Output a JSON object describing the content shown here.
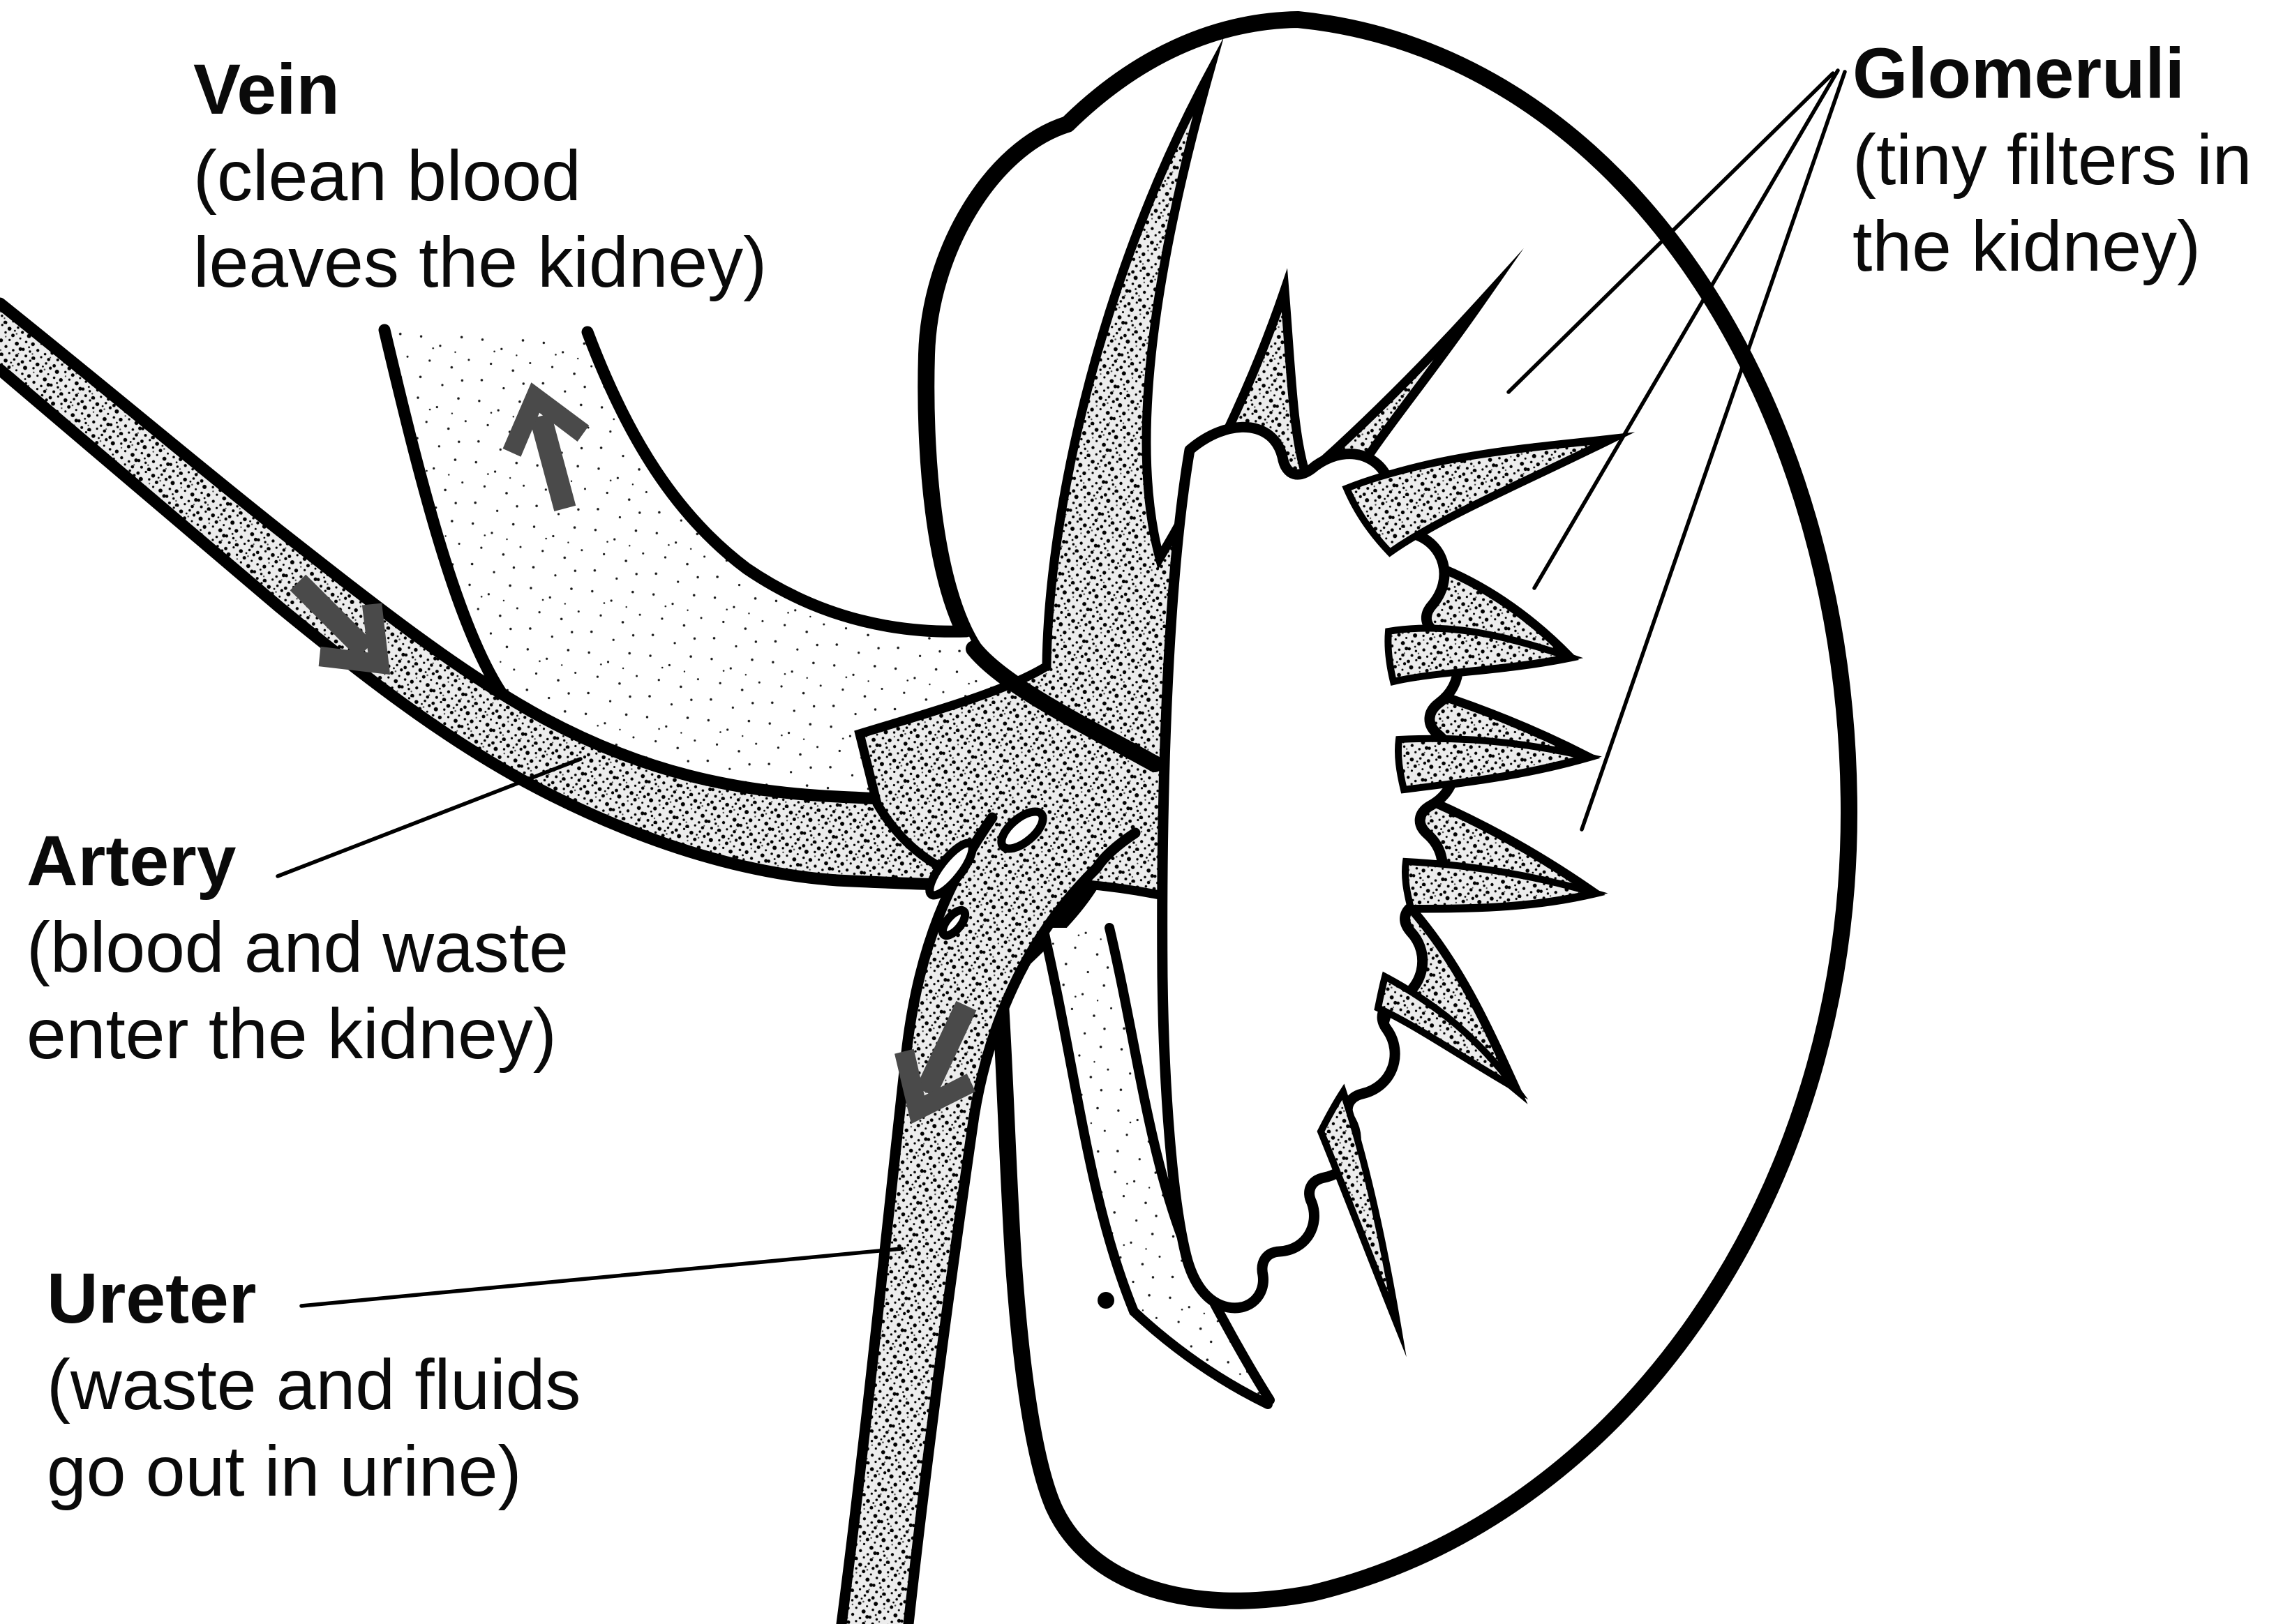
{
  "figure": {
    "title_implicit": "Kidney diagram",
    "background_color": "#ffffff",
    "ink_color": "#000000",
    "arrow_color": "#4a4a4a",
    "labels": {
      "vein": {
        "title": "Vein",
        "desc1": "(clean blood",
        "desc2": "leaves the kidney)"
      },
      "glomeruli": {
        "title": "Glomeruli",
        "desc1": "(tiny filters in",
        "desc2": "the kidney)"
      },
      "artery": {
        "title": "Artery",
        "desc1": "(blood and waste",
        "desc2": "enter the kidney)"
      },
      "ureter": {
        "title": "Ureter",
        "desc1": "(waste and fluids",
        "desc2": "go out in urine)"
      }
    },
    "icons": [
      {
        "name": "vein-flow-arrow",
        "glyph": "↑",
        "meaning": "clean blood flows up and out of the kidney"
      },
      {
        "name": "artery-flow-arrow",
        "glyph": "↘",
        "meaning": "blood and waste flow down into the kidney"
      },
      {
        "name": "ureter-flow-arrow",
        "glyph": "↓",
        "meaning": "urine flows down the ureter"
      }
    ],
    "leader_line_count": 5,
    "glomeruli_pointer_lines": 3
  }
}
